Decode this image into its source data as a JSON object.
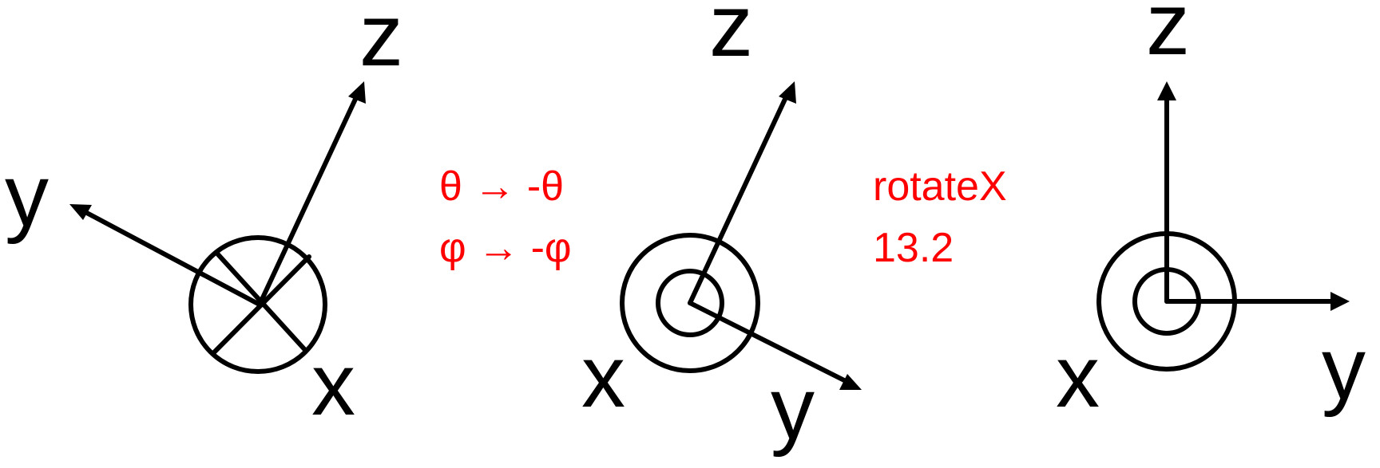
{
  "colors": {
    "ink": "#000000",
    "note": "#ff0000",
    "background": "#ffffff"
  },
  "panel_left": {
    "z_label": "z",
    "y_label": "y",
    "x_label": "x",
    "x_marker": "into-page (circled cross)"
  },
  "note_left": {
    "line1": "θ → -θ",
    "line2": "φ → -φ"
  },
  "panel_middle": {
    "z_label": "z",
    "x_label": "x",
    "y_label": "y",
    "x_marker": "out-of-page (circled dot)"
  },
  "note_right": {
    "line1": "rotateX",
    "line2": "13.2"
  },
  "panel_right": {
    "z_label": "z",
    "x_label": "x",
    "y_label": "y",
    "x_marker": "out-of-page (circled dot)"
  }
}
